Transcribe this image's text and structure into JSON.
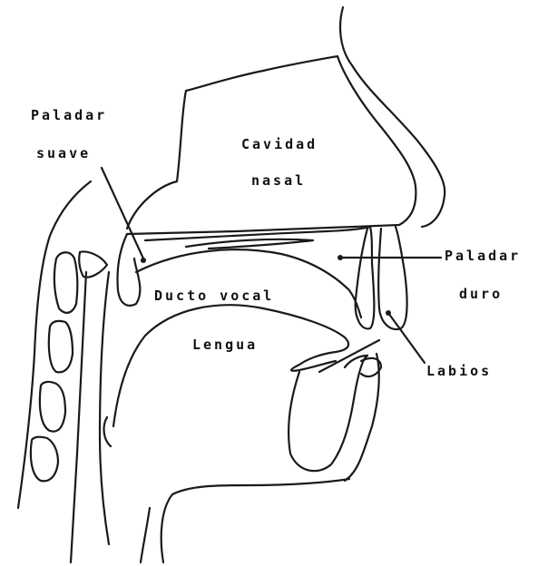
{
  "labels": {
    "paladar_suave_1": "Paladar",
    "paladar_suave_2": "suave",
    "cavidad_1": "Cavidad",
    "cavidad_2": "nasal",
    "paladar_duro_1": "Paladar",
    "paladar_duro_2": "duro",
    "ducto_vocal": "Ducto vocal",
    "lengua": "Lengua",
    "labios": "Labios"
  },
  "colors": {
    "ink": "#1a1a1a",
    "background": "#ffffff"
  }
}
